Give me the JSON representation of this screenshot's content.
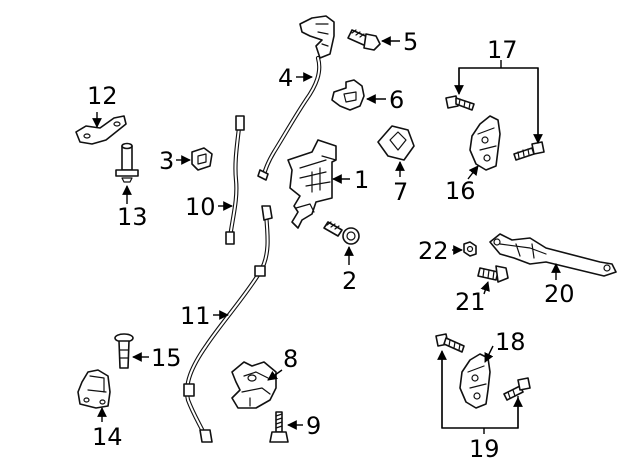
{
  "diagram": {
    "title": "Rear door lock, handle and check components — exploded parts diagram",
    "callouts": [
      {
        "id": "1",
        "label": "1"
      },
      {
        "id": "2",
        "label": "2"
      },
      {
        "id": "3",
        "label": "3"
      },
      {
        "id": "4",
        "label": "4"
      },
      {
        "id": "5",
        "label": "5"
      },
      {
        "id": "6",
        "label": "6"
      },
      {
        "id": "7",
        "label": "7"
      },
      {
        "id": "8",
        "label": "8"
      },
      {
        "id": "9",
        "label": "9"
      },
      {
        "id": "10",
        "label": "10"
      },
      {
        "id": "11",
        "label": "11"
      },
      {
        "id": "12",
        "label": "12"
      },
      {
        "id": "13",
        "label": "13"
      },
      {
        "id": "14",
        "label": "14"
      },
      {
        "id": "15",
        "label": "15"
      },
      {
        "id": "16",
        "label": "16"
      },
      {
        "id": "17",
        "label": "17"
      },
      {
        "id": "18",
        "label": "18"
      },
      {
        "id": "19",
        "label": "19"
      },
      {
        "id": "20",
        "label": "20"
      },
      {
        "id": "21",
        "label": "21"
      },
      {
        "id": "22",
        "label": "22"
      }
    ]
  }
}
